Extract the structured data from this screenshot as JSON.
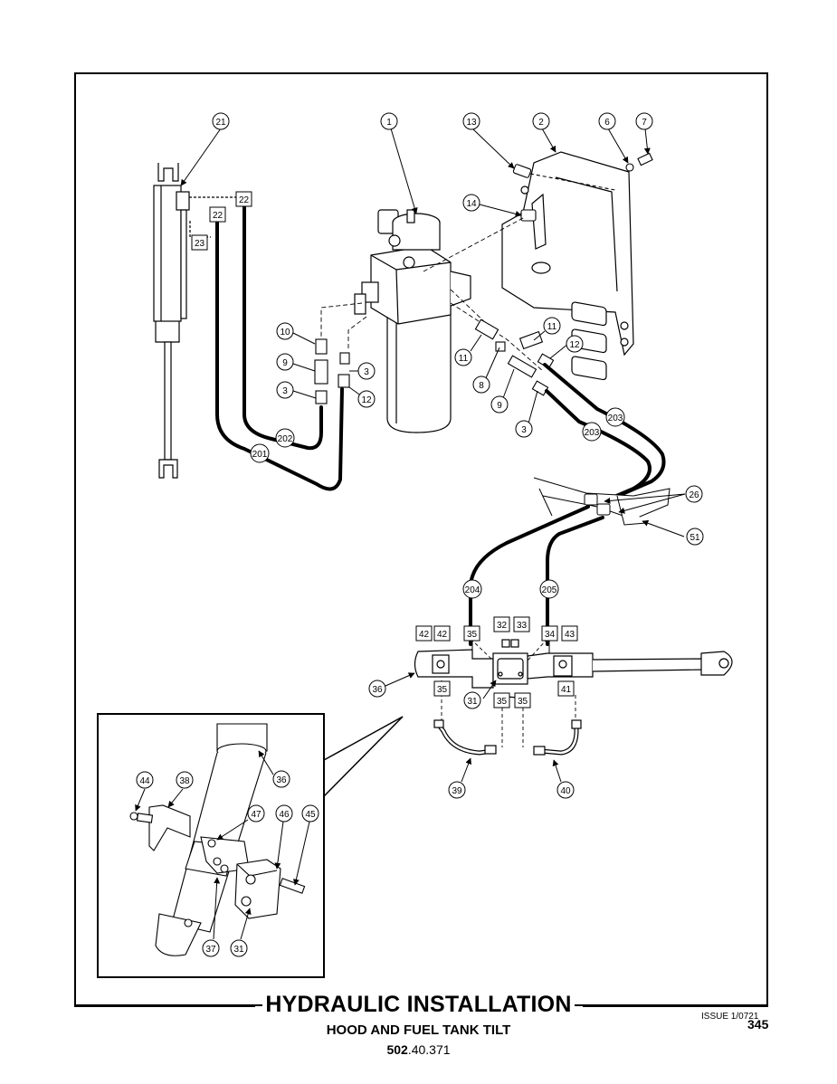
{
  "document": {
    "title": "HYDRAULIC INSTALLATION",
    "subtitle": "HOOD AND FUEL TANK TILT",
    "part_prefix": "502",
    "part_suffix": ".40.371",
    "issue": "ISSUE 1/0721",
    "page_number": "345"
  },
  "callouts": {
    "c21": "21",
    "c1": "1",
    "c13": "13",
    "c2": "2",
    "c6": "6",
    "c7": "7",
    "c14": "14",
    "c10": "10",
    "c9a": "9",
    "c3a": "3",
    "c3b": "3",
    "c12a": "12",
    "c11a": "11",
    "c8": "8",
    "c9b": "9",
    "c3c": "3",
    "c11b": "11",
    "c12b": "12",
    "c203a": "203",
    "c203b": "203",
    "c202": "202",
    "c201": "201",
    "c26": "26",
    "c51": "51",
    "c204": "204",
    "c205": "205",
    "c36a": "36",
    "c31a": "31",
    "c39": "39",
    "c40": "40",
    "c36b": "36",
    "c44": "44",
    "c38": "38",
    "c47": "47",
    "c46": "46",
    "c45": "45",
    "c37": "37",
    "c31b": "31"
  },
  "boxes": {
    "b22a": "22",
    "b22b": "22",
    "b23": "23",
    "b42a": "42",
    "b42b": "42",
    "b35a": "35",
    "b32": "32",
    "b33": "33",
    "b34": "34",
    "b43": "43",
    "b35b": "35",
    "b35c": "35",
    "b35d": "35",
    "b41": "41"
  }
}
